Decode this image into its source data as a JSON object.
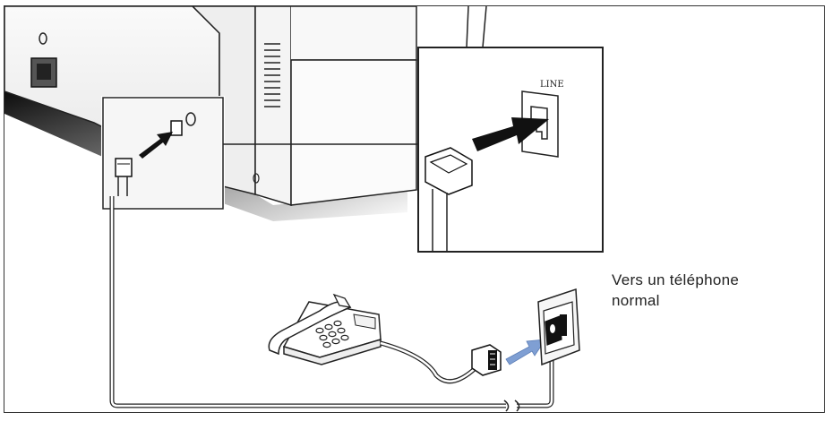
{
  "caption": {
    "line1": "Vers un téléphone",
    "line2": "normal"
  },
  "port_label": "LINE",
  "colors": {
    "arrow_black": "#111111",
    "arrow_blue": "#7f9fd3",
    "outline": "#222222"
  }
}
